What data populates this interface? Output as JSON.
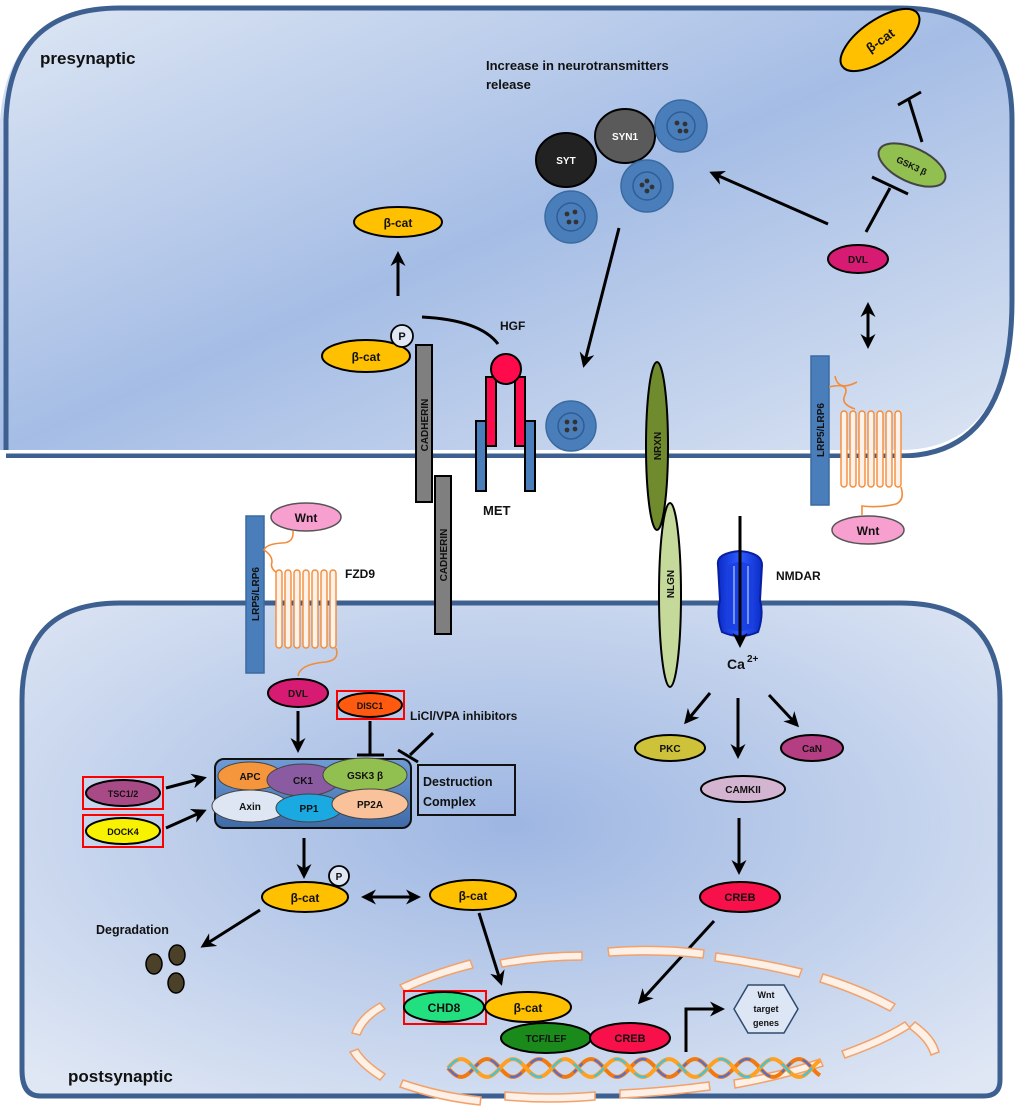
{
  "title": "Wnt / beta-catenin synaptic signaling diagram",
  "compartments": {
    "presynaptic": "presynaptic",
    "postsynaptic": "postsynaptic"
  },
  "presynaptic": {
    "release_label_line1": "Increase in neurotransmitters",
    "release_label_line2": "release",
    "syt": "SYT",
    "syn1": "SYN1",
    "bcat_top": "β-cat",
    "bcat_p": "β-cat",
    "phospho": "P",
    "hgf": "HGF",
    "met": "MET",
    "cadherin": "CADHERIN",
    "nrxn": "NRXN",
    "dvl": "DVL",
    "gsk3b": "GSK3 β",
    "bcat_right": "β-cat",
    "lrp": "LRP5/LRP6",
    "wnt": "Wnt"
  },
  "cleft": {
    "wnt_left": "Wnt",
    "lrp_left": "LRP5/LRP6",
    "fzd9": "FZD9",
    "cadherin_post": "CADHERIN",
    "nlgn": "NLGN",
    "nmdar": "NMDAR"
  },
  "postsynaptic": {
    "dvl": "DVL",
    "disc1": "DISC1",
    "licl": "LiCl/VPA inhibitors",
    "destruction_complex_line1": "Destruction",
    "destruction_complex_line2": "Complex",
    "complex_members": [
      "APC",
      "CK1",
      "GSK3 β",
      "Axin",
      "PP1",
      "PP2A"
    ],
    "tsc": "TSC1/2",
    "dock4": "DOCK4",
    "bcat_p": "β-cat",
    "phospho": "P",
    "bcat_free": "β-cat",
    "degradation": "Degradation",
    "ca": "Ca",
    "ca_sup": "2+",
    "pkc": "PKC",
    "can": "CaN",
    "camkii": "CAMKII",
    "creb": "CREB",
    "nucleus": {
      "chd8": "CHD8",
      "bcat": "β-cat",
      "tcf": "TCF/LEF",
      "creb": "CREB",
      "target_line1": "Wnt",
      "target_line2": "target",
      "target_line3": "genes"
    }
  },
  "highlighted_genes": [
    "DISC1",
    "TSC1/2",
    "DOCK4",
    "CHD8"
  ],
  "colors": {
    "membrane": "#3d6090",
    "bcat": "#ffc000",
    "dvl": "#d81b72",
    "gsk3b": "#92c050",
    "wnt": "#f79fcf",
    "lrp": "#4a7ebb",
    "hgf": "#ff0a4a",
    "highlight_box": "#ff0000"
  }
}
